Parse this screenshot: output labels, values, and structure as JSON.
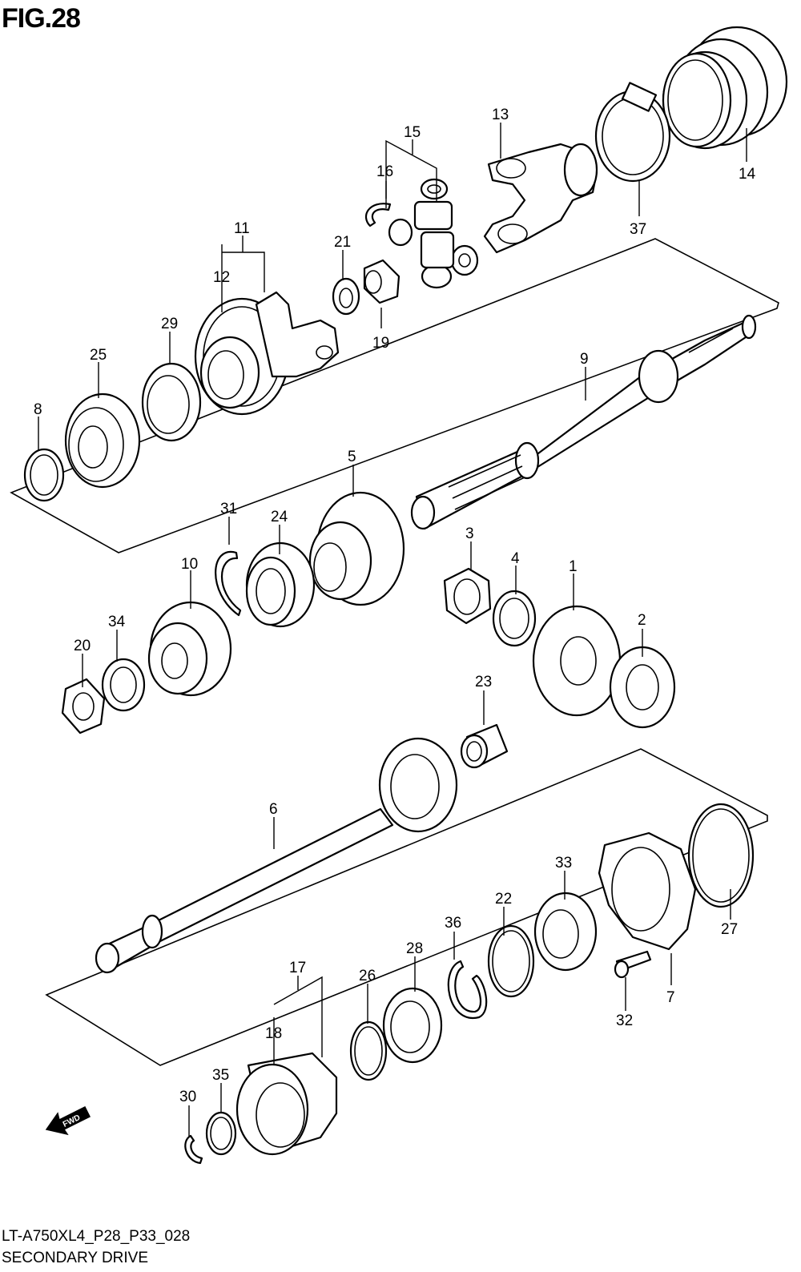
{
  "figure": {
    "title": "FIG.28",
    "code": "LT-A750XL4_P28_P33_028",
    "name": "SECONDARY DRIVE",
    "fwd_label": "FWD"
  },
  "callouts": [
    {
      "id": "1",
      "label": "1"
    },
    {
      "id": "2",
      "label": "2"
    },
    {
      "id": "3",
      "label": "3"
    },
    {
      "id": "4",
      "label": "4"
    },
    {
      "id": "5",
      "label": "5"
    },
    {
      "id": "6",
      "label": "6"
    },
    {
      "id": "7",
      "label": "7"
    },
    {
      "id": "8",
      "label": "8"
    },
    {
      "id": "9",
      "label": "9"
    },
    {
      "id": "10",
      "label": "10"
    },
    {
      "id": "11",
      "label": "11"
    },
    {
      "id": "12",
      "label": "12"
    },
    {
      "id": "13",
      "label": "13"
    },
    {
      "id": "14",
      "label": "14"
    },
    {
      "id": "15",
      "label": "15"
    },
    {
      "id": "16",
      "label": "16"
    },
    {
      "id": "17",
      "label": "17"
    },
    {
      "id": "18",
      "label": "18"
    },
    {
      "id": "19",
      "label": "19"
    },
    {
      "id": "20",
      "label": "20"
    },
    {
      "id": "21",
      "label": "21"
    },
    {
      "id": "22",
      "label": "22"
    },
    {
      "id": "23",
      "label": "23"
    },
    {
      "id": "24",
      "label": "24"
    },
    {
      "id": "25",
      "label": "25"
    },
    {
      "id": "26",
      "label": "26"
    },
    {
      "id": "27",
      "label": "27"
    },
    {
      "id": "28",
      "label": "28"
    },
    {
      "id": "29",
      "label": "29"
    },
    {
      "id": "30",
      "label": "30"
    },
    {
      "id": "31",
      "label": "31"
    },
    {
      "id": "32",
      "label": "32"
    },
    {
      "id": "33",
      "label": "33"
    },
    {
      "id": "34",
      "label": "34"
    },
    {
      "id": "35",
      "label": "35"
    },
    {
      "id": "36",
      "label": "36"
    },
    {
      "id": "37",
      "label": "37"
    }
  ]
}
